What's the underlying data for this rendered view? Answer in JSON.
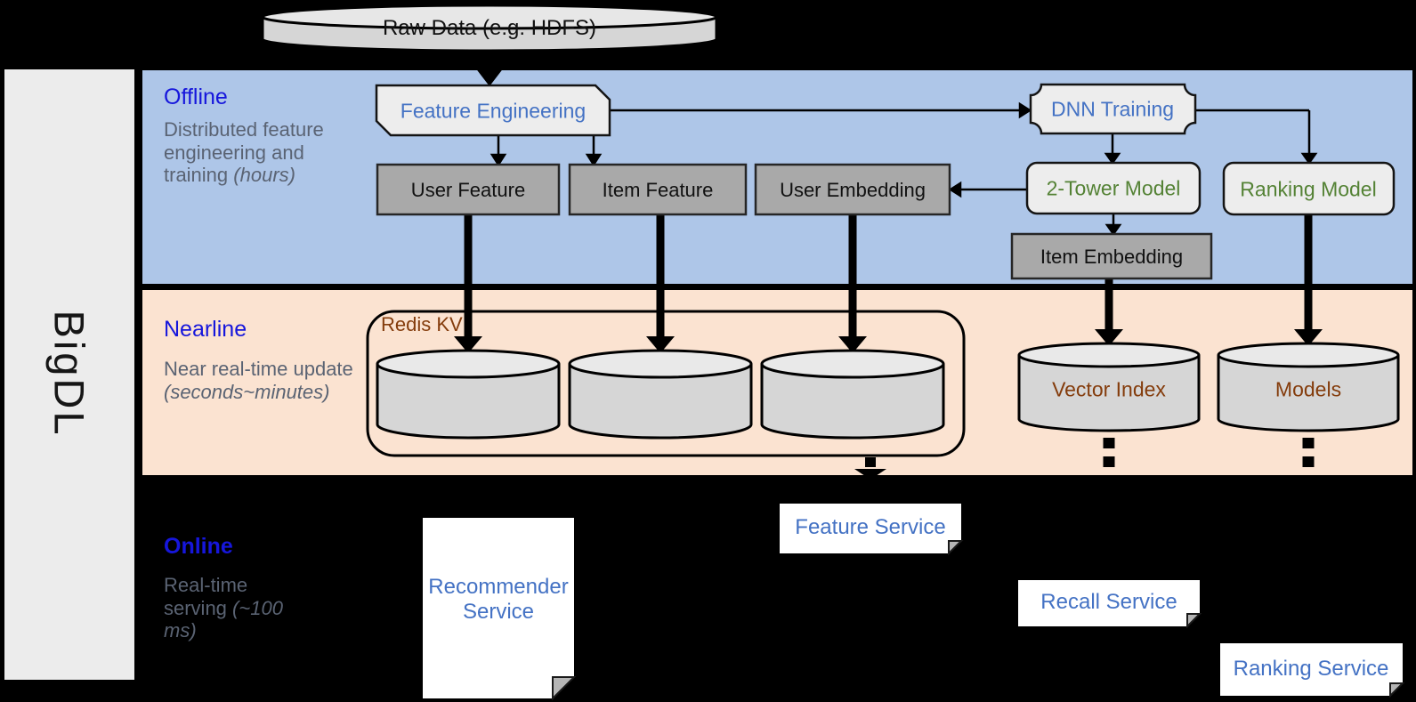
{
  "brand": "BigDL",
  "raw_data_label": "Raw Data (e.g. HDFS)",
  "lanes": {
    "offline": {
      "title": "Offline",
      "desc": "Distributed feature engineering and training ",
      "desc_em": "(hours)"
    },
    "nearline": {
      "title": "Nearline",
      "desc": "Near real-time update ",
      "desc_em": "(seconds~minutes)"
    },
    "online": {
      "title": "Online",
      "desc": "Real-time serving ",
      "desc_em": "(~100 ms)"
    }
  },
  "nodes": {
    "feature_engineering": "Feature Engineering",
    "dnn_training": "DNN Training",
    "user_feature": "User Feature",
    "item_feature": "Item Feature",
    "user_embedding": "User Embedding",
    "two_tower_model": "2-Tower Model",
    "ranking_model": "Ranking Model",
    "item_embedding": "Item Embedding",
    "redis_kv": "Redis KV",
    "vector_index": "Vector Index",
    "models": "Models",
    "recommender_service": "Recommender Service",
    "feature_service": "Feature Service",
    "recall_service": "Recall Service",
    "ranking_service": "Ranking Service"
  },
  "colors": {
    "offline_band": "#aec6e8",
    "nearline_band": "#fbe3d1",
    "header_blue": "#1616dc",
    "desc_gray": "#5a6373",
    "process_blue": "#4472c4",
    "model_green": "#548235",
    "store_brown": "#843c0c",
    "box_gray": "#a9a9a9",
    "box_light": "#ededed",
    "background": "#000000"
  }
}
